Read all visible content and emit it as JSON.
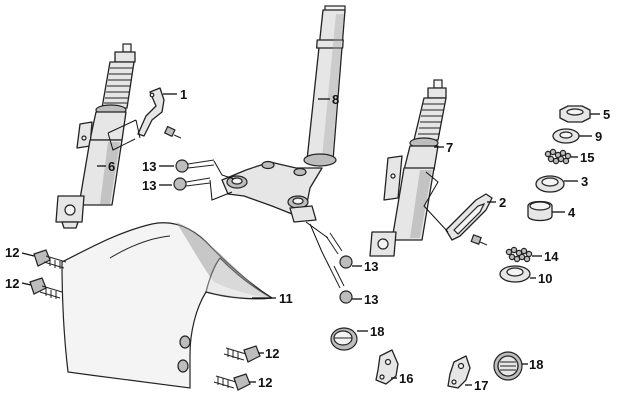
{
  "callouts": {
    "c1": "1",
    "c2": "2",
    "c3": "3",
    "c4": "4",
    "c5": "5",
    "c6": "6",
    "c7": "7",
    "c8": "8",
    "c9": "9",
    "c10": "10",
    "c11": "11",
    "c12a": "12",
    "c12b": "12",
    "c12c": "12",
    "c12d": "12",
    "c13a": "13",
    "c13b": "13",
    "c13c": "13",
    "c13d": "13",
    "c14": "14",
    "c15": "15",
    "c16": "16",
    "c17": "17",
    "c18a": "18",
    "c18b": "18"
  }
}
